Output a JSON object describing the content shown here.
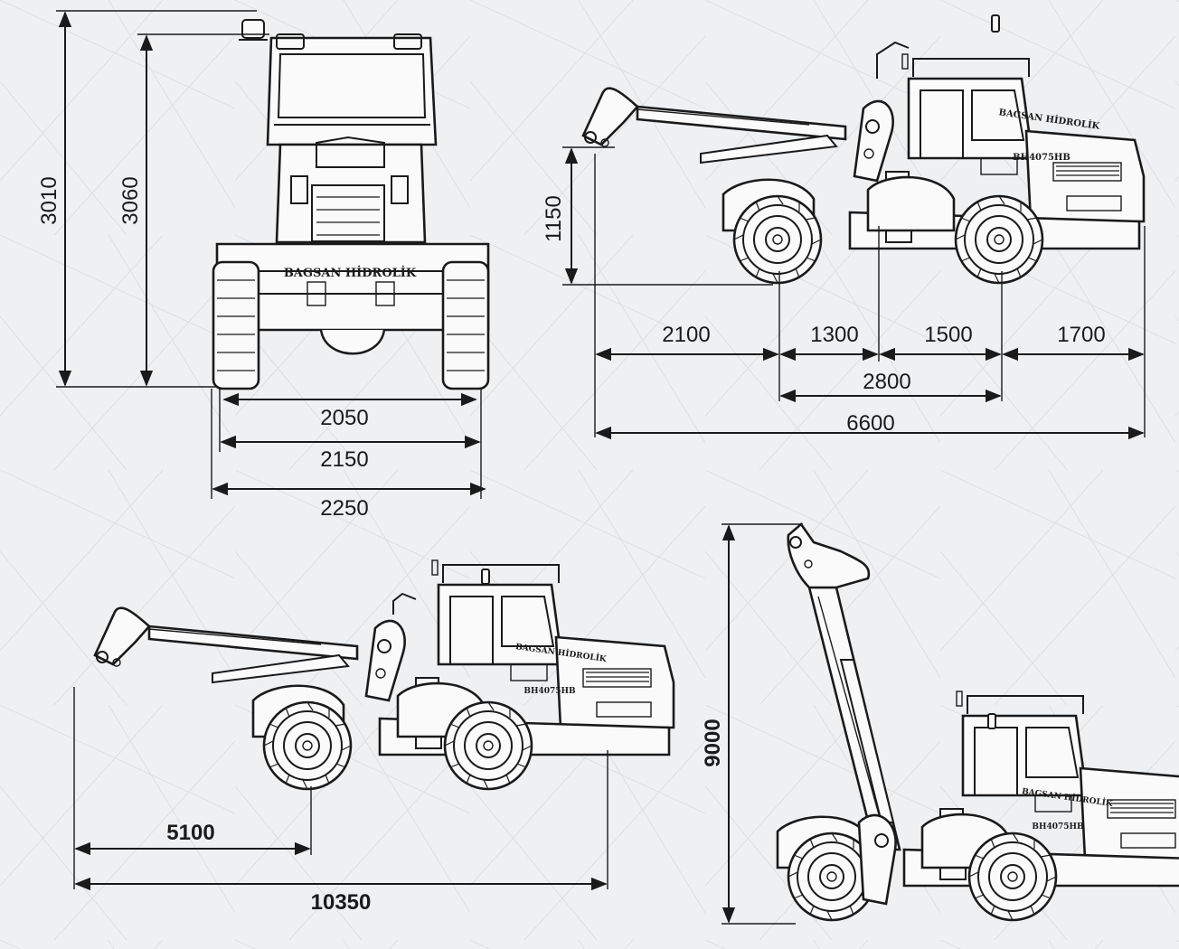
{
  "colors": {
    "background": "#eef0f2",
    "ink": "#1a1a1a",
    "mesh": "#dcdfe3"
  },
  "front_view": {
    "height_total": "3010",
    "height_cab": "3060",
    "track_inner": "2050",
    "track_mid": "2150",
    "width_total": "2250",
    "brand": "BAGSAN HİDROLİK"
  },
  "side_view": {
    "height_pin": "1150",
    "seg_front_overhang": "2100",
    "seg_front_axle": "1300",
    "seg_rear_axle": "1500",
    "seg_rear_overhang": "1700",
    "wheelbase": "2800",
    "length_total": "6600",
    "brand": "BAGSAN HİDROLİK",
    "model": "BH4075HB"
  },
  "reach_view": {
    "reach_to_axle": "5100",
    "length_extended": "10350",
    "brand": "BAGSAN HİDROLİK",
    "model": "BH4075HB"
  },
  "lift_view": {
    "lift_height": "9000",
    "brand": "BAGSAN HİDROLİK",
    "model": "BH4075HB"
  }
}
